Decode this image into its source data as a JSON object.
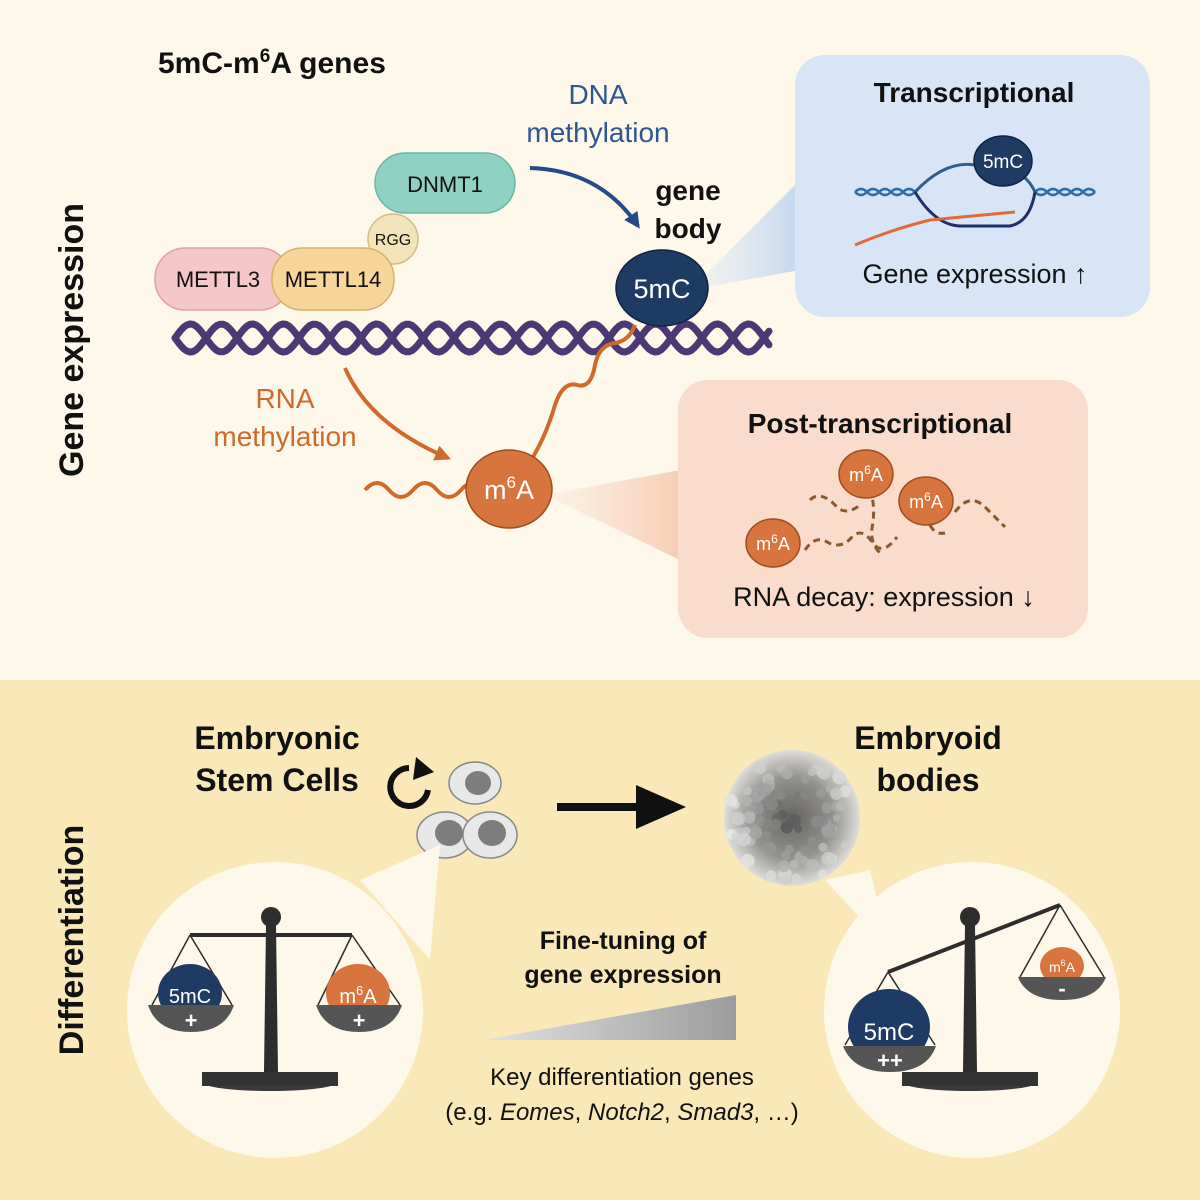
{
  "colors": {
    "top_bg": "#fef8ea",
    "bottom_bg": "#fbe8b8",
    "dna_blue": "#254a8a",
    "rna_orange": "#cf6a2c",
    "mc_dark": "#1e3c63",
    "m6a_orange": "#d8743d",
    "transcriptional_box": "#d7e5f6",
    "posttranscriptional_box": "#f9dccb",
    "dnmt1": "#8fd2c3",
    "mettl3": "#f4c7c9",
    "mettl14": "#f7d69b",
    "rgg": "#f3e3b8",
    "helix": "#4b3875"
  },
  "side_labels": {
    "top": "Gene expression",
    "bottom": "Differentiation"
  },
  "top": {
    "title_prefix": "5mC-m",
    "title_sup": "6",
    "title_suffix": "A genes",
    "dna_methylation_line1": "DNA",
    "dna_methylation_line2": "methylation",
    "rna_methylation_line1": "RNA",
    "rna_methylation_line2": "methylation",
    "gene_body_line1": "gene",
    "gene_body_line2": "body",
    "proteins": {
      "dnmt1": "DNMT1",
      "rgg": "RGG",
      "mettl3": "METTL3",
      "mettl14": "METTL14"
    },
    "mark_5mc": "5mC",
    "mark_m6a_prefix": "m",
    "mark_m6a_sup": "6",
    "mark_m6a_suffix": "A",
    "transcriptional": {
      "title": "Transcriptional",
      "mark": "5mC",
      "caption": "Gene expression ↑"
    },
    "post_transcriptional": {
      "title": "Post-transcriptional",
      "caption": "RNA decay: expression ↓"
    }
  },
  "bottom": {
    "esc_line1": "Embryonic",
    "esc_line2": "Stem Cells",
    "eb_line1": "Embryoid",
    "eb_line2": "bodies",
    "finetune_line1": "Fine-tuning of",
    "finetune_line2": "gene expression",
    "key_genes_line1": "Key differentiation genes",
    "key_genes_prefix": "(e.g. ",
    "gene1": "Eomes",
    "sep1": ", ",
    "gene2": "Notch2",
    "sep2": ", ",
    "gene3": "Smad3",
    "key_genes_suffix": ", …)",
    "left_scale": {
      "left_mark": "5mC",
      "left_sign": "+",
      "right_mark_prefix": "m",
      "right_mark_sup": "6",
      "right_mark_suffix": "A",
      "right_sign": "+"
    },
    "right_scale": {
      "left_mark": "5mC",
      "left_sign": "++",
      "right_mark_prefix": "m",
      "right_mark_sup": "6",
      "right_mark_suffix": "A",
      "right_sign": "-"
    }
  }
}
